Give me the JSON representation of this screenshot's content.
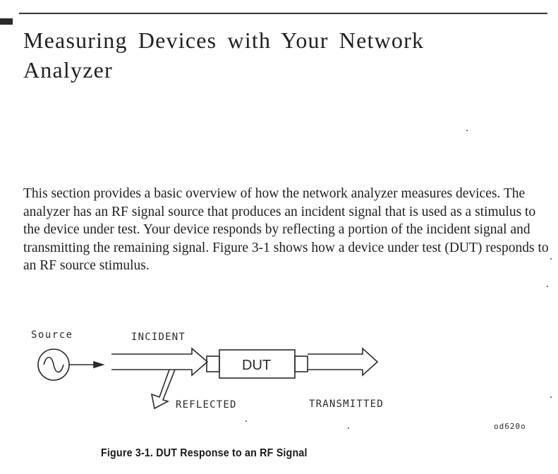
{
  "section_title": "Measuring Devices with Your Network Analyzer",
  "body_paragraph": "This section provides a basic overview of how the network analyzer measures devices. The analyzer has an RF signal source that produces an incident signal that is used as a stimulus to the device under test. Your device responds by reflecting a portion of the incident signal and transmitting the remaining signal. Figure 3-1 shows how a device under test (DUT) responds to an RF source stimulus.",
  "figure": {
    "source_label": "Source",
    "incident_label": "INCIDENT",
    "dut_label": "DUT",
    "reflected_label": "REFLECTED",
    "transmitted_label": "TRANSMITTED",
    "figure_code": "od620o",
    "caption": "Figure 3-1. DUT Response to an RF Signal"
  }
}
